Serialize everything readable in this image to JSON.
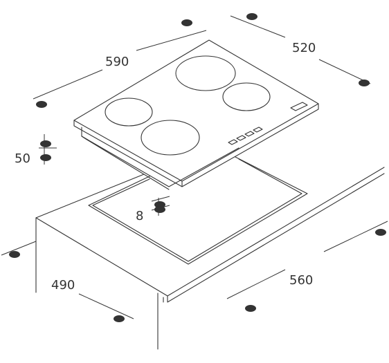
{
  "dimensions": {
    "hob_width": "590",
    "hob_depth": "520",
    "hob_height": "50",
    "cutout_depth": "490",
    "cutout_width": "560",
    "worktop_offset": "8"
  },
  "colors": {
    "line": "#333333",
    "background": "#ffffff"
  }
}
